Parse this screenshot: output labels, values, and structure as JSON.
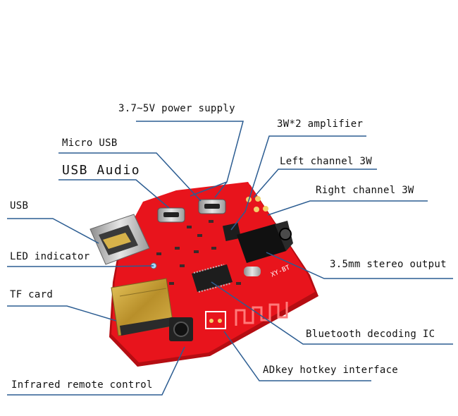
{
  "diagram": {
    "labels": {
      "power_supply": "3.7~5V power supply",
      "amplifier": "3W*2 amplifier",
      "micro_usb": "Micro USB",
      "left_channel": "Left channel 3W",
      "usb_audio": "USB Audio",
      "right_channel": "Right channel 3W",
      "usb": "USB",
      "led_indicator": "LED indicator",
      "stereo_output": "3.5mm stereo output",
      "tf_card": "TF card",
      "bt_decoding_ic": "Bluetooth decoding IC",
      "adkey": "ADkey hotkey interface",
      "infrared": "Infrared remote control"
    },
    "board_marking": "XY-BT",
    "colors": {
      "pcb": "#e8141c",
      "pcb_dark": "#b50d12",
      "leader_line": "#2c5d92",
      "metal": "#c9a53a",
      "chip": "#1d1d1d"
    }
  }
}
